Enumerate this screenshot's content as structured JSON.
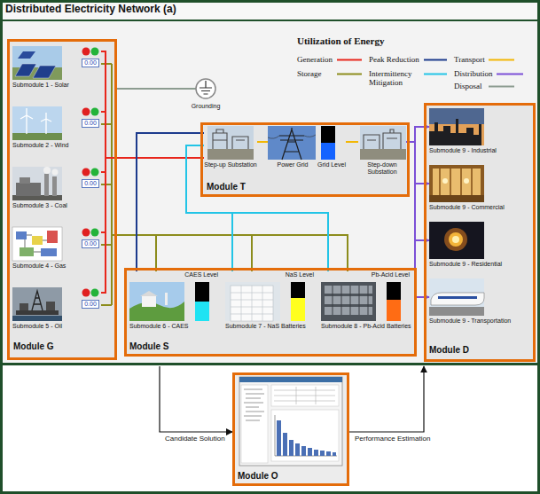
{
  "diagram": {
    "title": "Distributed Electricity Network (a)",
    "nodes": [
      {
        "text": [
          "Module G"
        ]
      },
      {
        "text": [
          "Submodule 1 - Solar"
        ],
        "in": 0
      },
      {
        "text": [
          "Submodule 2 - Wind"
        ],
        "in": 0
      },
      {
        "text": [
          "Submodule 3 - Coal"
        ],
        "in": 0
      },
      {
        "text": [
          "Submodule 4 - Gas"
        ],
        "in": 0
      },
      {
        "text": [
          "Submodule 5 - Oil"
        ],
        "in": 0
      },
      {
        "text": [
          "Grounding"
        ]
      },
      {
        "text": [
          "Module T"
        ]
      },
      {
        "text": [
          "Step-up Substation"
        ],
        "in": 7
      },
      {
        "text": [
          "Power Grid",
          "Grid Level"
        ],
        "in": 7
      },
      {
        "text": [
          "Step-down Substation"
        ],
        "in": 7
      },
      {
        "text": [
          "Module S"
        ]
      },
      {
        "text": [
          "Submodule 6 - CAES",
          "CAES Level"
        ],
        "in": 11
      },
      {
        "text": [
          "Submodule 7 - NaS Batteries",
          "NaS Level"
        ],
        "in": 11
      },
      {
        "text": [
          "Submodule 8 - Pb-Acid Batteries",
          "Pb-Acid Level"
        ],
        "in": 11
      },
      {
        "text": [
          "Module D"
        ]
      },
      {
        "text": [
          "Submodule 9 - Industrial"
        ],
        "in": 15
      },
      {
        "text": [
          "Submodule 9 - Commercial"
        ],
        "in": 15
      },
      {
        "text": [
          "Submodule 9 - Residential"
        ],
        "in": 15
      },
      {
        "text": [
          "Submodule 9 - Transportation"
        ],
        "in": 15
      },
      {
        "text": [
          "Module O"
        ]
      }
    ],
    "edges": [
      {
        "from": 1,
        "to": 8,
        "arrow": "none"
      },
      {
        "from": 2,
        "to": 8,
        "arrow": "none"
      },
      {
        "from": 3,
        "to": 8,
        "arrow": "none"
      },
      {
        "from": 4,
        "to": 8,
        "arrow": "none"
      },
      {
        "from": 5,
        "to": 8,
        "arrow": "none"
      },
      {
        "from": 0,
        "to": 6,
        "arrow": "none"
      },
      {
        "from": 0,
        "to": 12,
        "arrow": "none"
      },
      {
        "from": 0,
        "to": 13,
        "arrow": "none"
      },
      {
        "from": 0,
        "to": 14,
        "arrow": "none"
      },
      {
        "from": 12,
        "to": 8,
        "arrow": "none"
      },
      {
        "from": 13,
        "to": 8,
        "arrow": "none"
      },
      {
        "from": 14,
        "to": 8,
        "arrow": "none"
      },
      {
        "from": 8,
        "to": 9,
        "arrow": "none"
      },
      {
        "from": 9,
        "to": 10,
        "arrow": "none"
      },
      {
        "from": 10,
        "to": 16,
        "arrow": "to"
      },
      {
        "from": 10,
        "to": 17,
        "arrow": "to"
      },
      {
        "from": 10,
        "to": 18,
        "arrow": "to"
      },
      {
        "from": 10,
        "to": 19,
        "arrow": "to"
      }
    ],
    "labels": [
      "Utilization of Energy",
      "0.00",
      "0.00",
      "0.00",
      "0.00",
      "0.00",
      "Candidate Solution",
      "Performance Estimation"
    ],
    "legend": [
      {
        "text": "Generation"
      },
      {
        "text": "Peak Reduction"
      },
      {
        "text": "Transport"
      },
      {
        "text": "Storage"
      },
      {
        "text": "Intermittency Mitigation"
      },
      {
        "text": "Distribution"
      },
      {
        "text": "Disposal"
      }
    ]
  }
}
